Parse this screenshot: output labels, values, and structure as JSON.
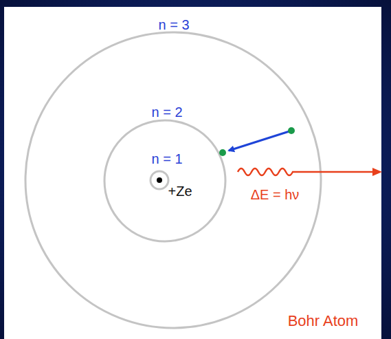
{
  "diagram": {
    "labels": [
      "n = 3",
      "n = 2",
      "n = 1",
      "+Ze",
      "ΔE = hν",
      "Bohr Atom"
    ]
  }
}
